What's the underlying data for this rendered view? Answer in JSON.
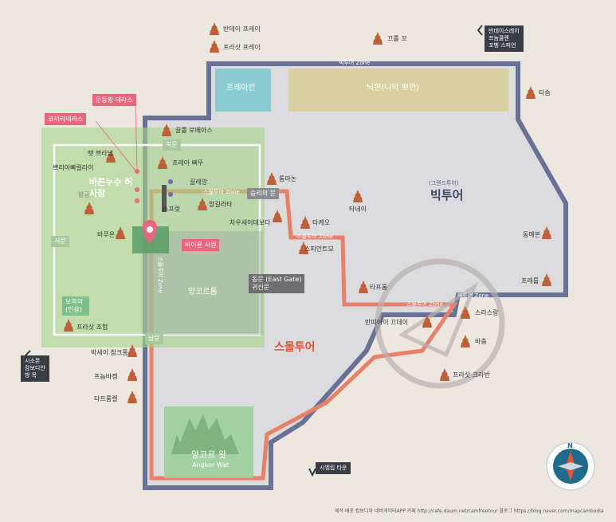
{
  "colors": {
    "big_tour": "#5a6485",
    "small_tour": "#e8806a",
    "green": "#8dc26f",
    "temple_icon": "#c0603a",
    "background": "#ece8e0"
  },
  "areas": {
    "preah_khan": "프레아칸",
    "neak_pean": "닉펀(니악 뽀안)",
    "bayon": "바이욘 사원",
    "angkor_thom": "앙코르톰",
    "angkor_wat": "앙코르 왓",
    "angkor_wat_en": "Angkor Wat",
    "baphuon": "바푸온",
    "royal_palace": "왕궁",
    "royal_terrace": "바른누수 허사장"
  },
  "temples": {
    "banteay_prei": "반데이 프레이",
    "prasat_prei": "프라삿 프레이",
    "krol_ko": "끄롤 꼬",
    "ta_som": "타솜",
    "krol_romeas": "끌롤 로메아스",
    "preah_pithu": "프레아 삐뚜",
    "tep_pranam": "뗏 쁘라남",
    "preah_palilay": "쁘리아빠릴라이",
    "kleang": "끌레앙",
    "suor_prat": "스프랏",
    "prasat_kleang": "앙길라타",
    "thommanon": "톰마논",
    "chau_say_tevoda": "차우세이데보다",
    "ta_keo": "타케오",
    "ta_nei": "타네이",
    "spean_thma": "스피언트모",
    "ta_prohm": "타프롬",
    "banteay_kdei": "반띠아이 끄데이",
    "srah_srang": "스라스랑",
    "bat_chum": "바춤",
    "prasat_kravan": "프라삿 크라반",
    "east_mebon": "동메본",
    "pre_rup": "프레룹",
    "prasat_suor_prat": "프라삿 조험",
    "phnom_bakheng": "프놈바켕",
    "baksei_chamkrong": "박세이 참크롱",
    "ta_prohm_kel": "타프롬켈",
    "kleang2": "코끼리테라스",
    "leper_king": "문둥왕 테라스"
  },
  "zones": {
    "big_zone_top": "빅투어 Zone",
    "small_zone_1": "스몰투어 Zone",
    "small_zone_2": "스몰투어 Zone",
    "small_zone_3": "스몰투어 Zone",
    "big_zone_right": "빅투어 Zone",
    "small_zone_left": "스몰투어 Zone"
  },
  "tour_labels": {
    "big_sub": "(그랜드투어)",
    "big": "빅투어",
    "small": "스몰투어"
  },
  "gates": {
    "north": "북문",
    "south": "남문",
    "west": "서문",
    "victory": "승리의 문",
    "east": "동문 (East Gate)\n귀신문",
    "baphuon_sub": "보복의 (인용)"
  },
  "directions": {
    "top_right": "반데이스레이\n프놈쿨렌\n꼬벵 스피언",
    "left": "시소폰\n캄보디안\n방 목",
    "bottom": "시엠립 타운"
  },
  "compass_n": "N",
  "credits": "제작·배포  캄보디아 네버게이터APP      카페  http://cafe.daum.net/camfreetour      블로그  https://blog.naver.com/mapcambodia"
}
